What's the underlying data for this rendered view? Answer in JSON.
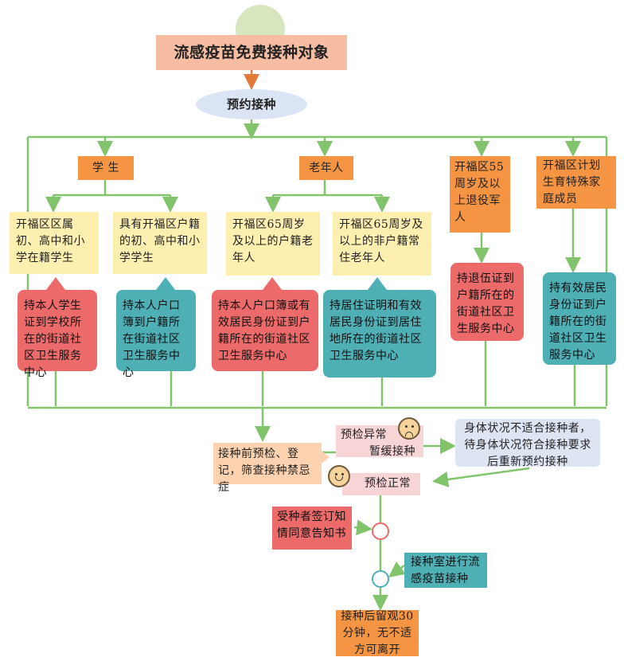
{
  "title": "流感疫苗免费接种对象",
  "appointment": "预约接种",
  "categories": {
    "students": "学  生",
    "elderly": "老年人",
    "veterans": "开福区55周岁及以上退役军人",
    "family_planning": "开福区计划生育特殊家庭成员"
  },
  "groups": {
    "student_local": "开福区区属初、高中和小学在籍学生",
    "student_registered": "具有开福区户籍的初、高中和小学学生",
    "elderly_registered": "开福区65周岁及以上的户籍老年人",
    "elderly_nonregistered": "开福区65周岁及以上的非户籍常住老年人"
  },
  "instructions": {
    "student_local": "持本人学生证到学校所在的街道社区卫生服务中心",
    "student_registered": "持本人户口簿到户籍所在街道社区卫生服务中心",
    "elderly_registered": "持本人户口簿或有效居民身份证到户籍所在的街道社区卫生服务中心",
    "elderly_nonregistered": "持居住证明和有效居民身份证到居住地所在的街道社区卫生服务中心",
    "veterans": "持退伍证到户籍所在的街道社区卫生服务中心",
    "family_planning": "持有效居民身份证到户籍所在的街道社区卫生服务中心"
  },
  "flow": {
    "precheck": "接种前预检、登记，筛查接种禁忌症",
    "abnormal_label": "预检异常",
    "abnormal_action": "暂缓接种",
    "unsuitable": "身体状况不适合接种者，待身体状况符合接种要求后重新预约接种",
    "normal": "预检正常",
    "consent": "受种者签订知情同意告知书",
    "vaccinate": "接种室进行流感疫苗接种",
    "observe": "接种后留观30分钟，无不适方可离开"
  },
  "colors": {
    "line": "#82c46c",
    "orange": "#f59442",
    "yellow": "#fcefb0",
    "red": "#ec6a6a",
    "teal": "#4eafb5"
  }
}
